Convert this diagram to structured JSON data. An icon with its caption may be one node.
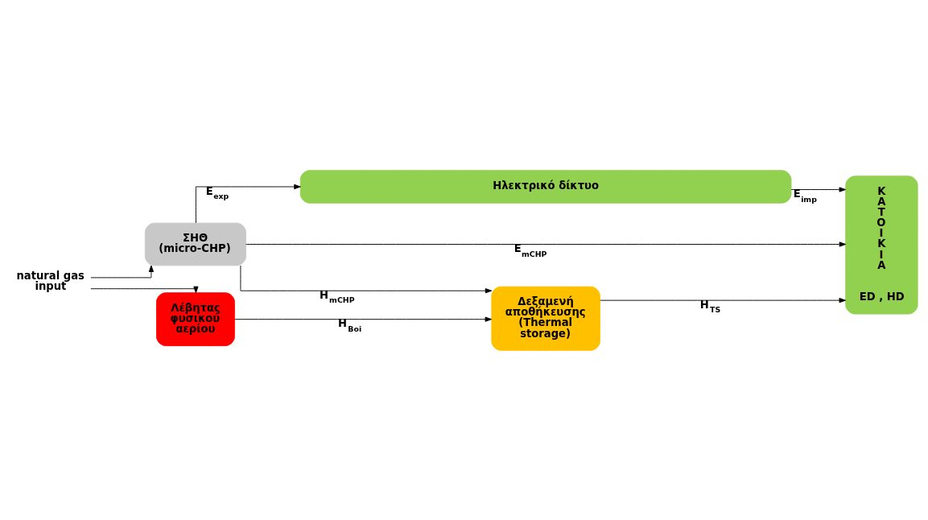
{
  "diagram": {
    "nodes": [
      {
        "text": [
          "Ηλεκτρικό δίκτυο"
        ]
      },
      {
        "text": [
          "natural gas input"
        ]
      },
      {
        "text": [
          "ΣΗΘ (micro-CHP)"
        ]
      },
      {
        "text": [
          "Λέβητας φυσικού αερίου"
        ]
      },
      {
        "text": [
          "Δεξαμενή αποθήκευσης (Thermal storage)"
        ]
      },
      {
        "text": [
          "Κ Α Τ Ο Ι Κ Ι Α",
          "ED , HD"
        ]
      }
    ],
    "edges": [
      {
        "from": 2,
        "to": 0,
        "arrow": "to",
        "label": "E$_{exp}$"
      },
      {
        "from": 0,
        "to": 5,
        "arrow": "to",
        "label": "E$_{imp}$"
      },
      {
        "from": 1,
        "to": 2,
        "arrow": "to"
      },
      {
        "from": 1,
        "to": 3,
        "arrow": "to"
      },
      {
        "from": 2,
        "to": 5,
        "arrow": "to",
        "label": "E$_{mCHP}$"
      },
      {
        "from": 2,
        "to": 4,
        "arrow": "to",
        "label": "H$_{mCHP}$"
      },
      {
        "from": 3,
        "to": 4,
        "arrow": "to",
        "label": "H$_{Boi}$"
      },
      {
        "from": 4,
        "to": 5,
        "arrow": "to",
        "label": "H$_{TS}$"
      }
    ]
  }
}
